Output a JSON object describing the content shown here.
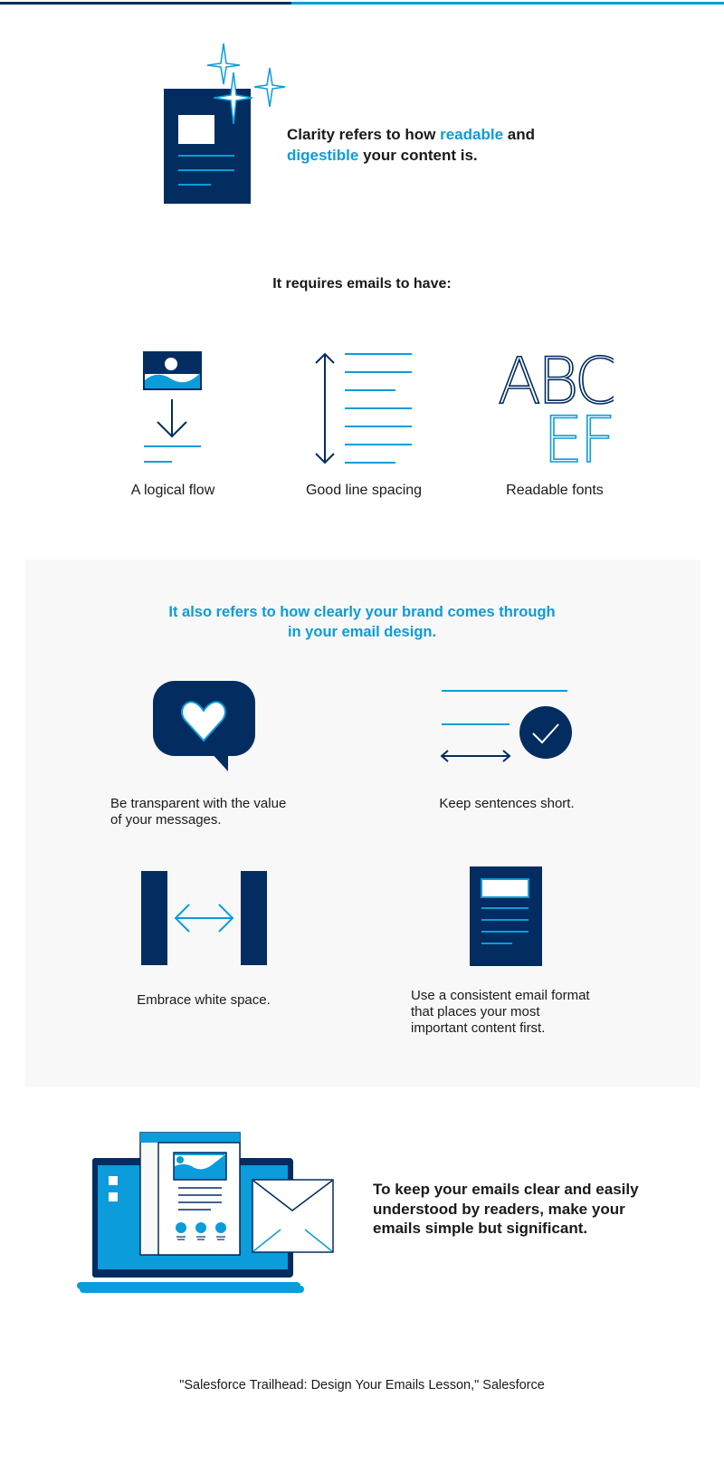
{
  "intro": {
    "part1": "Clarity refers to how ",
    "highlight1": "readable",
    "part2": " and",
    "highlight2": "digestible",
    "part3": " your content is."
  },
  "requires_heading": "It requires emails to have:",
  "requirements": [
    {
      "label": "A logical flow",
      "icon": "logical-flow-icon"
    },
    {
      "label": "Good line spacing",
      "icon": "line-spacing-icon"
    },
    {
      "label": "Readable fonts",
      "icon": "fonts-icon"
    }
  ],
  "fonts_icon_letters": [
    "ABC",
    "EF"
  ],
  "brand": {
    "heading_line1": "It also refers to how clearly your brand comes through",
    "heading_line2": "in your email design.",
    "items": [
      {
        "line1": "Be transparent with the value",
        "line2": "of your messages.",
        "icon": "heart-speech-bubble-icon"
      },
      {
        "line1": "Keep sentences short.",
        "icon": "short-sentences-check-icon"
      },
      {
        "line1": "Embrace white space.",
        "icon": "white-space-icon"
      },
      {
        "line1": "Use a consistent email format",
        "line2": "that places your most",
        "line3": "important content first.",
        "icon": "email-format-icon"
      }
    ]
  },
  "outro": {
    "line1": "To keep your emails clear and easily",
    "line2": "understood by readers, make your",
    "line3": "emails simple but significant."
  },
  "citation": "\"Salesforce Trailhead: Design Your Emails Lesson,\" Salesforce",
  "colors": {
    "navy": "#032d60",
    "blue": "#0b9cdb",
    "panel": "#f8f8f8"
  }
}
